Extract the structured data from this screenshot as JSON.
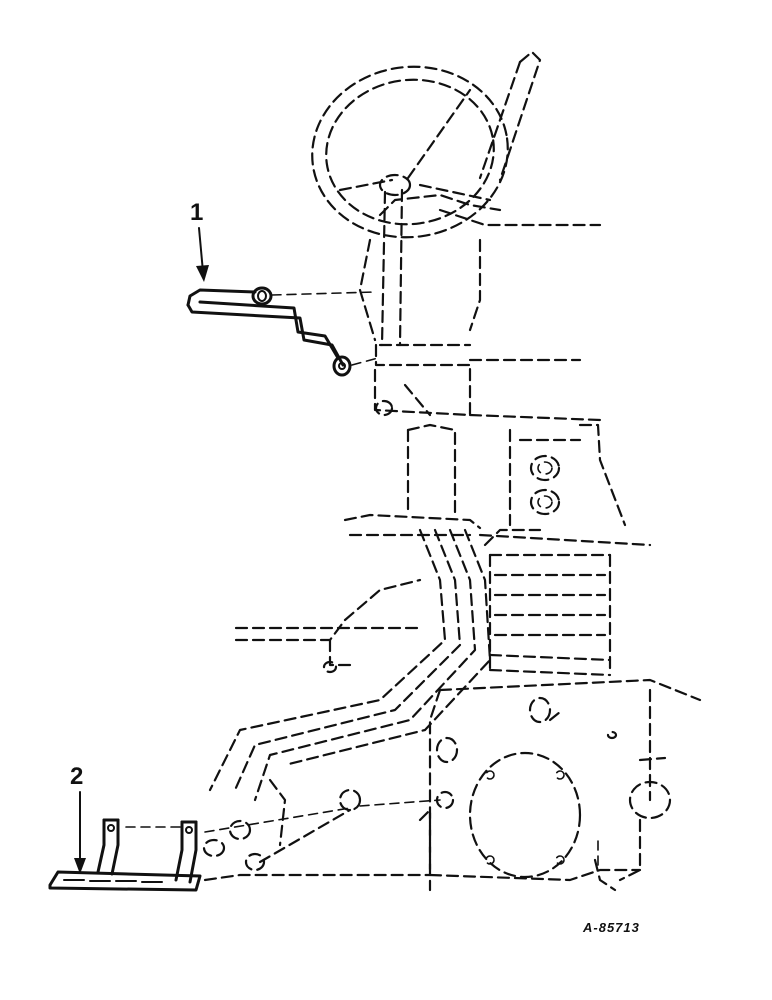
{
  "diagram": {
    "callouts": [
      {
        "number": "1"
      },
      {
        "number": "2"
      }
    ],
    "figure_code": "A-85713"
  }
}
